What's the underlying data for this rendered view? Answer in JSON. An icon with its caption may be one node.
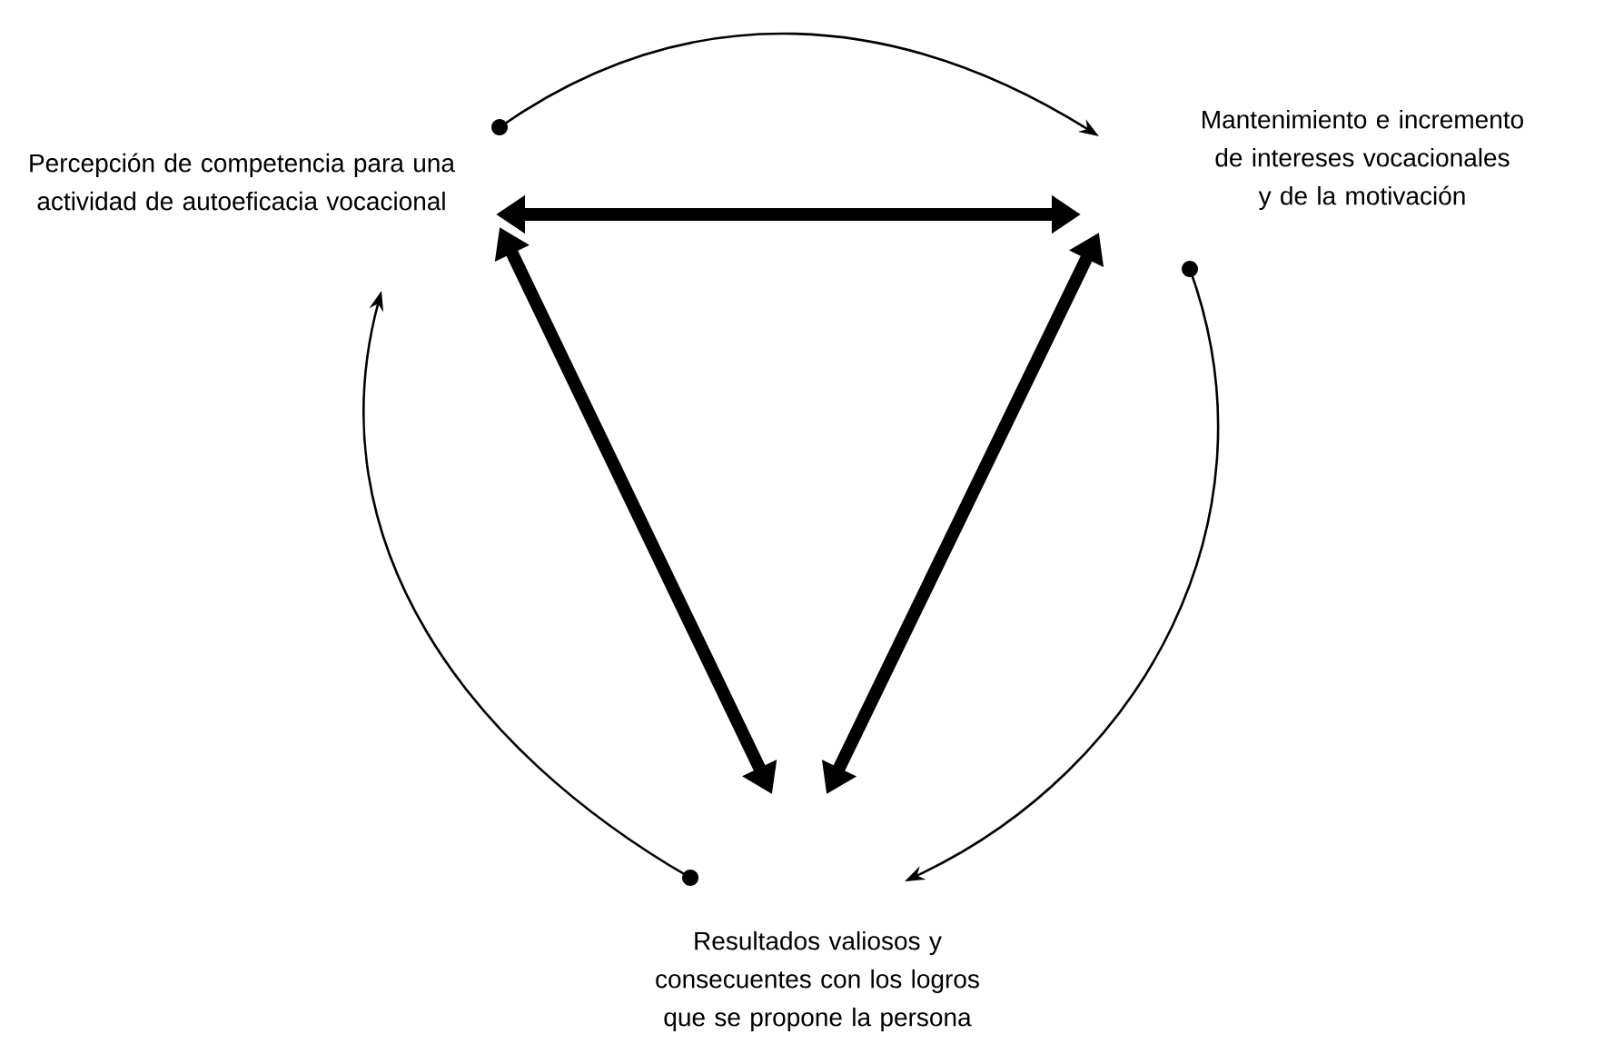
{
  "diagram": {
    "nodes": [
      {
        "text": [
          "Percepción de competencia para una actividad de autoeficacia vocacional"
        ]
      },
      {
        "text": [
          "Mantenimiento e incremento de intereses vocacionales y de la motivación"
        ]
      },
      {
        "text": [
          "Resultados valiosos y consecuentes con los logros que se propone la persona"
        ]
      }
    ],
    "edges": [
      {
        "from": 0,
        "to": 1,
        "arrow": "both",
        "style": "thick"
      },
      {
        "from": 0,
        "to": 2,
        "arrow": "both",
        "style": "thick"
      },
      {
        "from": 1,
        "to": 2,
        "arrow": "both",
        "style": "thick"
      },
      {
        "from": 0,
        "to": 1,
        "arrow": "to"
      },
      {
        "from": 1,
        "to": 2,
        "arrow": "to"
      },
      {
        "from": 2,
        "to": 0,
        "arrow": "to"
      }
    ]
  }
}
